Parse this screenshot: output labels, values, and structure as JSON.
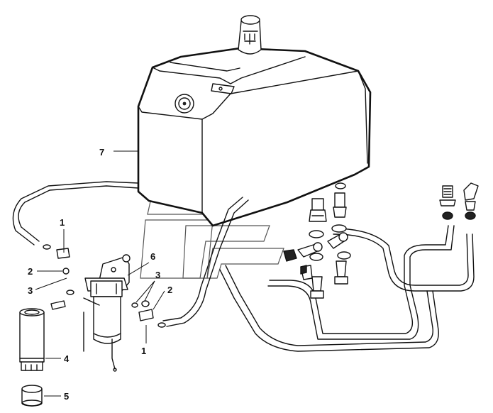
{
  "callouts": {
    "c1_upper": "1",
    "c2_left": "2",
    "c3_left": "3",
    "c4": "4",
    "c5": "5",
    "c6": "6",
    "c3_right": "3",
    "c2_right": "2",
    "c1_lower": "1",
    "c7": "7"
  },
  "colors": {
    "line": "#111111",
    "background": "#ffffff",
    "watermark": "#555555"
  }
}
